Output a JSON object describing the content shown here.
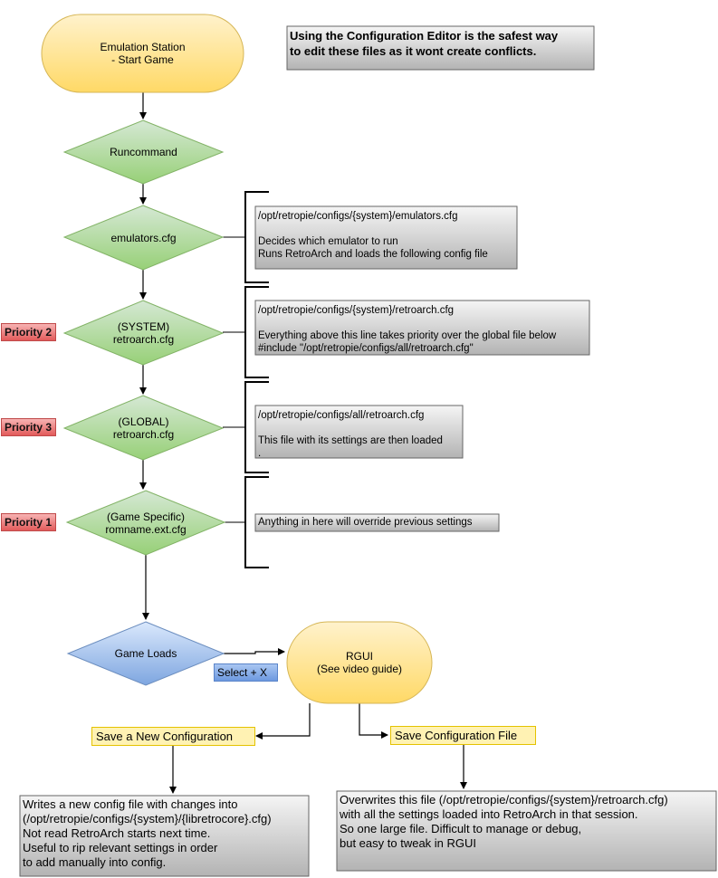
{
  "nodes": {
    "start": "Emulation Station\n- Start Game",
    "runcommand": "Runcommand",
    "emulators_cfg": "emulators.cfg",
    "system_cfg": "(SYSTEM)\nretroarch.cfg",
    "global_cfg": "(GLOBAL)\nretroarch.cfg",
    "game_cfg": "(Game Specific)\nromname.ext.cfg",
    "game_loads": "Game Loads",
    "rgui": "RGUI\n(See video guide)"
  },
  "tip": "Using the Configuration Editor is the safest way\nto edit these files as it wont create conflicts.",
  "priorities": {
    "system": "Priority 2",
    "global": "Priority 3",
    "game": "Priority 1"
  },
  "notes": {
    "emulators": "/opt/retropie/configs/{system}/emulators.cfg\n\nDecides which emulator to run\nRuns RetroArch and loads the following config file",
    "system": "/opt/retropie/configs/{system}/retroarch.cfg\n\nEverything above this line takes priority over the global file below\n#include \"/opt/retropie/configs/all/retroarch.cfg\"",
    "global": "/opt/retropie/configs/all/retroarch.cfg\n\nThis file with its settings are then loaded\n.",
    "game": "Anything in here will override previous settings"
  },
  "select_label": "Select + X",
  "save_new": {
    "label": "Save a New Configuration",
    "desc": "Writes a new config file with changes into\n(/opt/retropie/configs/{system}/{libretrocore}.cfg)\nNot read RetroArch starts next time.\nUseful to rip relevant settings in order\nto add manually into config."
  },
  "save_file": {
    "label": "Save Configuration File",
    "desc": "Overwrites this file (/opt/retropie/configs/{system}/retroarch.cfg)\nwith all the settings loaded into RetroArch in that session.\nSo one large file. Difficult to manage or debug,\nbut easy to tweak in RGUI"
  },
  "colors": {
    "green_top": "#d5e8d4",
    "green_bottom": "#97d077",
    "green_stroke": "#82b366",
    "yellow_top": "#fff2cc",
    "yellow_bottom": "#ffd966",
    "yellow_stroke": "#d6b656",
    "blue_top": "#dae8fc",
    "blue_bottom": "#7ea6e0",
    "blue_stroke": "#6c8ebf",
    "note_top": "#f5f5f5",
    "note_bottom": "#b3b3b3",
    "priority_red": "#e25b5b"
  }
}
